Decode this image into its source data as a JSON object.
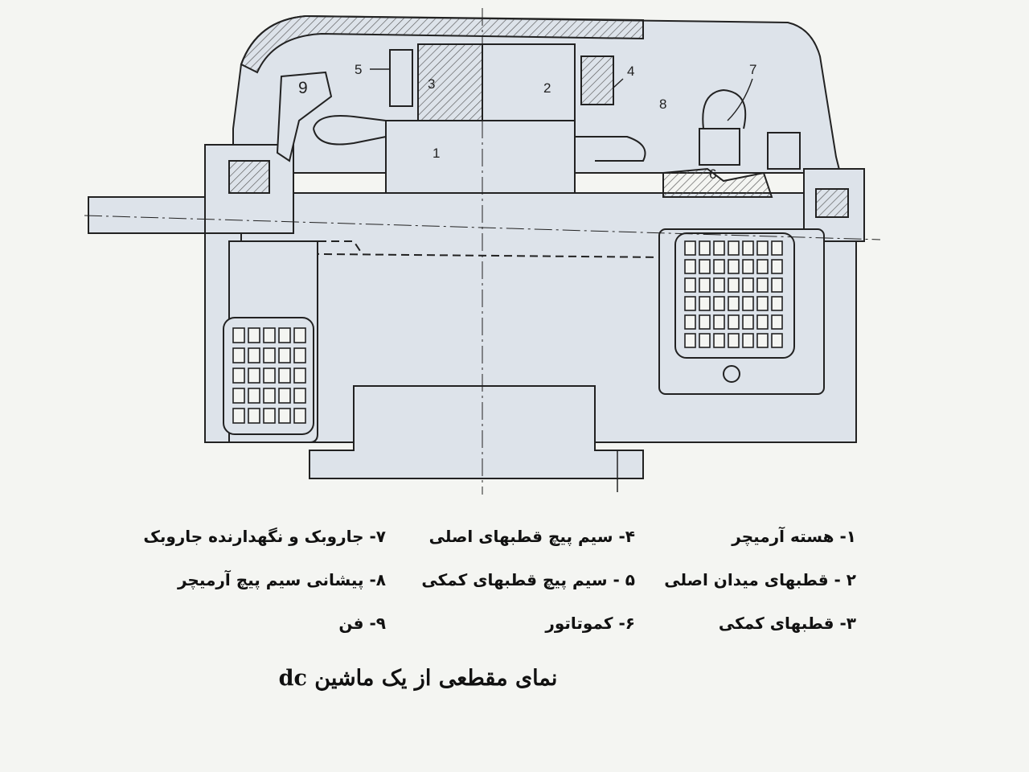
{
  "diagram": {
    "part_tags": [
      "1",
      "2",
      "3",
      "4",
      "5",
      "6",
      "7",
      "8",
      "9"
    ]
  },
  "legend": {
    "col1": [
      "۱- هسته آرمیچر",
      "۲ - قطبهای میدان اصلی",
      "۳- قطبهای کمکی"
    ],
    "col2": [
      "۴- سیم پیچ قطبهای اصلی",
      "۵ - سیم پیچ قطبهای کمکی",
      "۶- کموتاتور"
    ],
    "col3": [
      "۷- جاروبک و نگهدارنده جاروبک",
      "۸- پیشانی سیم پیچ آرمیچر",
      "۹- فن"
    ]
  },
  "caption": "نمای مقطعی از یک ماشین dc",
  "colors": {
    "fill": "#dde3ea",
    "stroke": "#222222",
    "hatch": "#555555"
  }
}
